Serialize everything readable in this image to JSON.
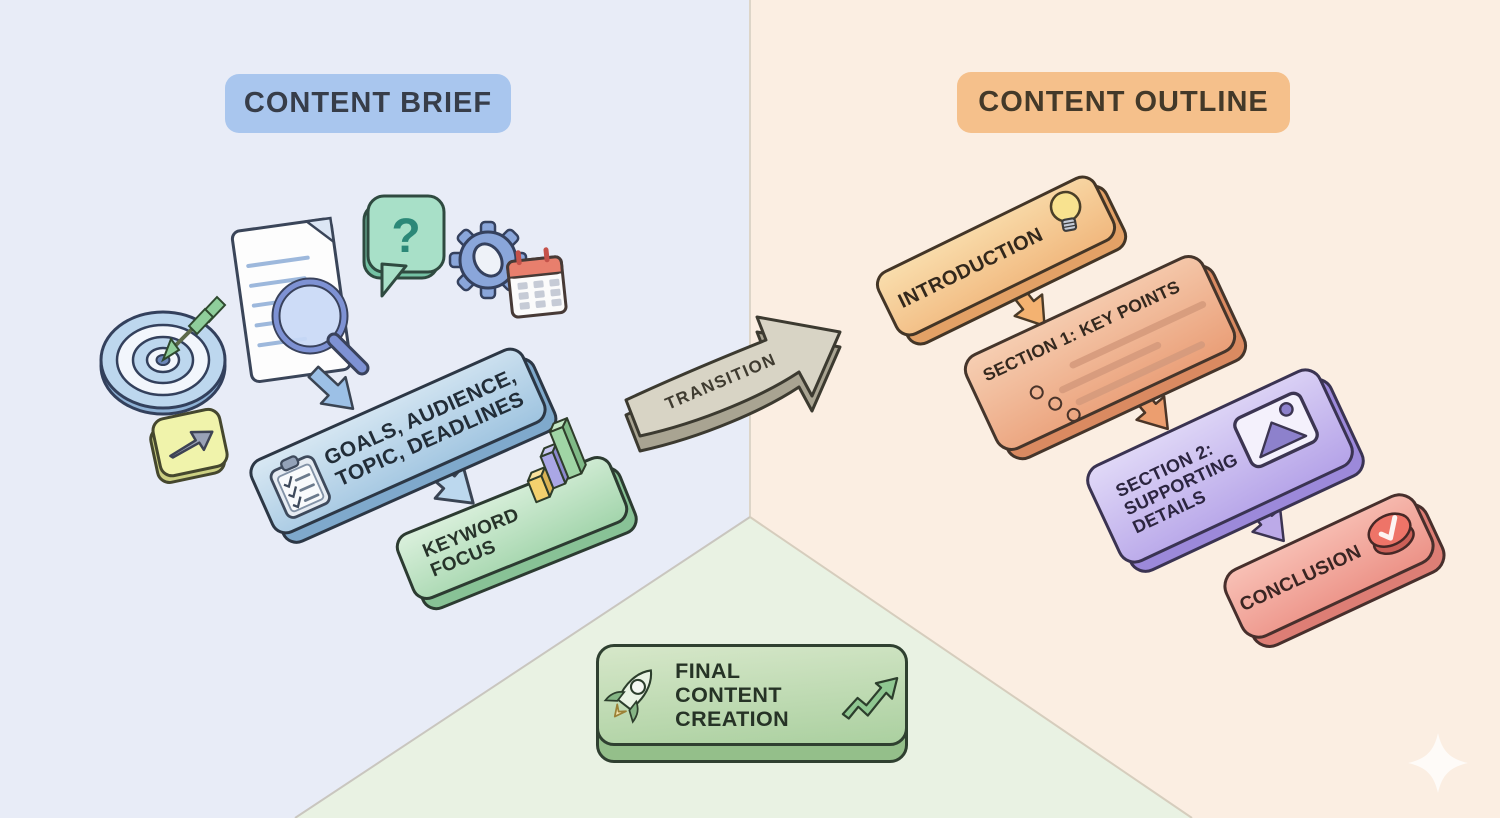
{
  "headers": {
    "brief": "CONTENT BRIEF",
    "outline": "CONTENT OUTLINE"
  },
  "brief": {
    "goals": {
      "line1": "GOALS, AUDIENCE,",
      "line2": "TOPIC, DEADLINES"
    },
    "keyword": {
      "line1": "KEYWORD",
      "line2": "FOCUS"
    },
    "question_mark": "?",
    "icons": [
      "target-icon",
      "document-search-icon",
      "question-bubble-icon",
      "gear-calendar-icon",
      "forward-arrow-tile-icon",
      "clipboard-icon",
      "bar-chart-icon"
    ]
  },
  "transition": {
    "label": "TRANSITION"
  },
  "outline": {
    "introduction": {
      "label": "INTRODUCTION"
    },
    "section1": {
      "label": "SECTION 1: KEY POINTS"
    },
    "section2": {
      "line1": "SECTION 2:",
      "line2": "SUPPORTING",
      "line3": "DETAILS"
    },
    "conclusion": {
      "label": "CONCLUSION"
    },
    "icons": [
      "lightbulb-icon",
      "list-lines-decoration",
      "image-icon",
      "check-circle-icon"
    ]
  },
  "final": {
    "line1": "FINAL CONTENT",
    "line2": "CREATION",
    "icons": [
      "rocket-icon",
      "growth-arrow-icon"
    ]
  },
  "colors": {
    "bg_left": "#e8ecf7",
    "bg_right": "#fbeee2",
    "bg_floor": "#e9f2e3",
    "header_brief_bg": "#a9c6ee",
    "header_outline_bg": "#f5c08b",
    "goals_face": "#9fc4e0",
    "keyword_face": "#a3d5ac",
    "transition_face": "#d8d4c5",
    "introduction_face": "#f1b87e",
    "section1_face": "#ea9f78",
    "section2_face": "#b5a3e8",
    "conclusion_face": "#ec9287",
    "final_face": "#abd0a0"
  }
}
